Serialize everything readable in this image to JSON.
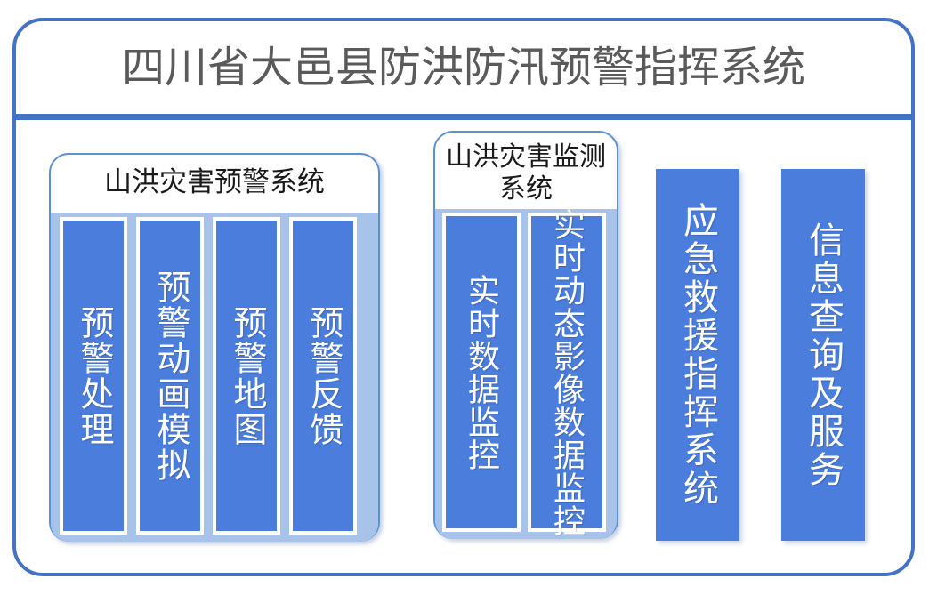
{
  "header": {
    "title": "四川省大邑县防洪防汛预警指挥系统"
  },
  "colors": {
    "frame_blue": "#4472c4",
    "column_blue": "#4a7ddc",
    "band_blue": "#a8c3ea",
    "panel_border": "#5b8fd6",
    "title_gray": "#5a5a5a",
    "column_text": "#ffffff"
  },
  "panels": [
    {
      "name": "warning-system",
      "title": "山洪灾害预警系统",
      "columns": [
        {
          "label": "预警处理"
        },
        {
          "label": "预警动画模拟"
        },
        {
          "label": "预警地图"
        },
        {
          "label": "预警反馈"
        }
      ]
    },
    {
      "name": "monitoring-system",
      "title": "山洪灾害监测系统",
      "columns": [
        {
          "label": "实时数据监控"
        },
        {
          "label": "实时动态影像数据监控"
        }
      ]
    }
  ],
  "standalone_columns": [
    {
      "name": "emergency-command",
      "label": "应急救援指挥系统"
    },
    {
      "name": "information-service",
      "label": "信息查询及服务"
    }
  ],
  "diagram_data": {
    "type": "block-hierarchy",
    "root": "四川省大邑县防洪防汛预警指挥系统",
    "top_level_modules": [
      "山洪灾害预警系统",
      "山洪灾害监测系统",
      "应急救援指挥系统",
      "信息查询及服务"
    ],
    "module_children": {
      "山洪灾害预警系统": [
        "预警处理",
        "预警动画模拟",
        "预警地图",
        "预警反馈"
      ],
      "山洪灾害监测系统": [
        "实时数据监控",
        "实时动态影像数据监控"
      ],
      "应急救援指挥系统": [],
      "信息查询及服务": []
    }
  }
}
